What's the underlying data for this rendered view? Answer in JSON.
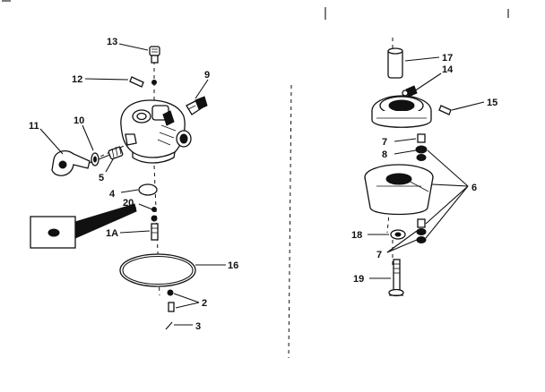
{
  "diagram": {
    "left_assembly": {
      "callouts": [
        {
          "id": "callout-13",
          "text": "13"
        },
        {
          "id": "callout-12",
          "text": "12"
        },
        {
          "id": "callout-9",
          "text": "9"
        },
        {
          "id": "callout-11",
          "text": "11"
        },
        {
          "id": "callout-10",
          "text": "10"
        },
        {
          "id": "callout-5",
          "text": "5"
        },
        {
          "id": "callout-4",
          "text": "4"
        },
        {
          "id": "callout-20",
          "text": "20"
        },
        {
          "id": "callout-1a",
          "text": "1A"
        },
        {
          "id": "callout-16",
          "text": "16"
        },
        {
          "id": "callout-2",
          "text": "2"
        },
        {
          "id": "callout-3",
          "text": "3"
        }
      ]
    },
    "right_assembly": {
      "callouts": [
        {
          "id": "callout-17",
          "text": "17"
        },
        {
          "id": "callout-14",
          "text": "14"
        },
        {
          "id": "callout-15",
          "text": "15"
        },
        {
          "id": "callout-7a",
          "text": "7"
        },
        {
          "id": "callout-8",
          "text": "8"
        },
        {
          "id": "callout-6",
          "text": "6"
        },
        {
          "id": "callout-18",
          "text": "18"
        },
        {
          "id": "callout-7b",
          "text": "7"
        },
        {
          "id": "callout-19",
          "text": "19"
        }
      ]
    }
  }
}
